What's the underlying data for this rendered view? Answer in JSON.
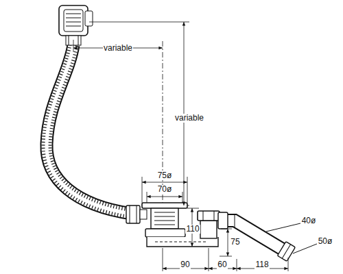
{
  "diagram": {
    "labels": [
      "variable",
      "variable",
      "75ø",
      "70ø",
      "110",
      "75",
      "40ø",
      "50ø",
      "90",
      "60",
      "118"
    ]
  }
}
